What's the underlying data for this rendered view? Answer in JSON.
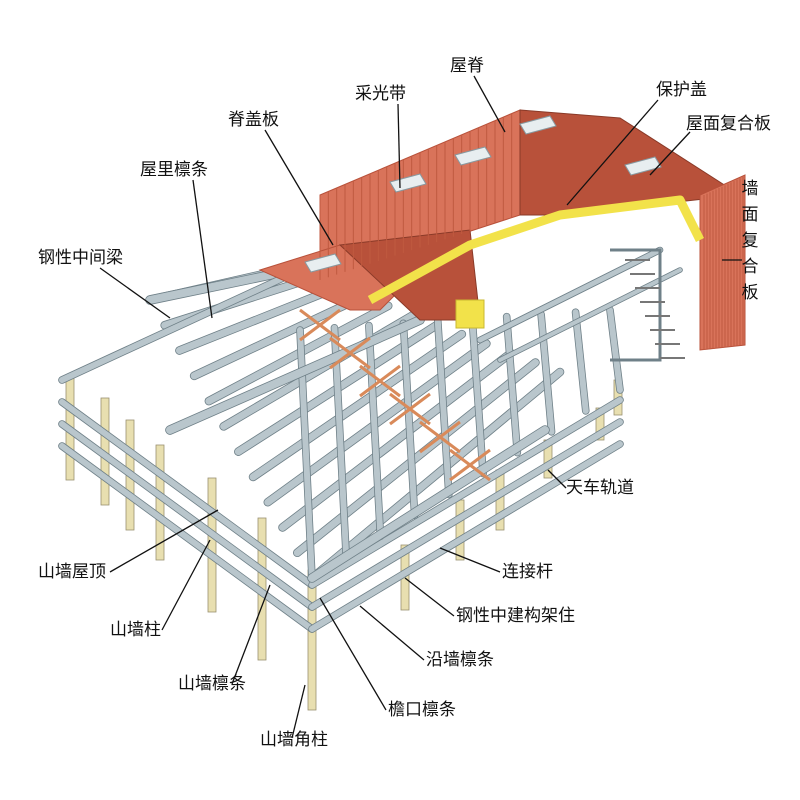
{
  "labels": {
    "roof_ridge": "屋脊",
    "skylight_strip": "采光带",
    "ridge_cap": "脊盖板",
    "protective_cover": "保护盖",
    "roof_composite_panel": "屋面复合板",
    "roof_inner_purlin": "屋里檩条",
    "wall_composite_panel": "墙面复合板",
    "steel_middle_beam": "钢性中间梁",
    "crane_rail": "天车轨道",
    "connecting_rod": "连接杆",
    "gable_roof": "山墙屋顶",
    "steel_frame_column": "钢性中建构架住",
    "gable_column": "山墙柱",
    "eave_wall_purlin": "沿墙檩条",
    "gable_purlin": "山墙檩条",
    "eave_purlin": "檐口檩条",
    "gable_corner_column": "山墙角柱"
  },
  "colors": {
    "roof_panel": "#d9735a",
    "roof_panel_dark": "#b8513a",
    "steel": "#b9c6cc",
    "steel_edge": "#6f8088",
    "column": "#e8dfb0",
    "insulation": "#f2e24a",
    "skylight": "#e8eef0",
    "leader": "#111111"
  }
}
